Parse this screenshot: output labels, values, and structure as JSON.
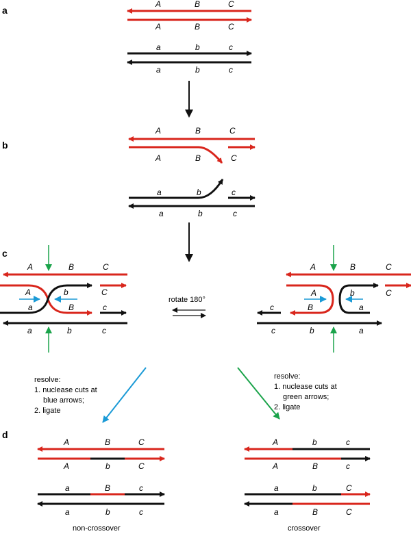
{
  "colors": {
    "red": "#d9261c",
    "black": "#111111",
    "blue": "#1a9ad6",
    "green": "#1aa34a"
  },
  "panels": {
    "a": "a",
    "b": "b",
    "c": "c",
    "d": "d"
  },
  "alleles": {
    "upper": [
      "A",
      "B",
      "C"
    ],
    "lower": [
      "a",
      "b",
      "c"
    ]
  },
  "rotate_label": "rotate 180°",
  "resolve_left": {
    "line1": "resolve:",
    "line2": "1. nuclease cuts at",
    "line3": "blue arrows;",
    "line4": "2. ligate"
  },
  "resolve_right": {
    "line1": "resolve:",
    "line2": "1. nuclease cuts at",
    "line3": "green arrows;",
    "line4": "2. ligate"
  },
  "outcome_left": "non-crossover",
  "outcome_right": "crossover"
}
